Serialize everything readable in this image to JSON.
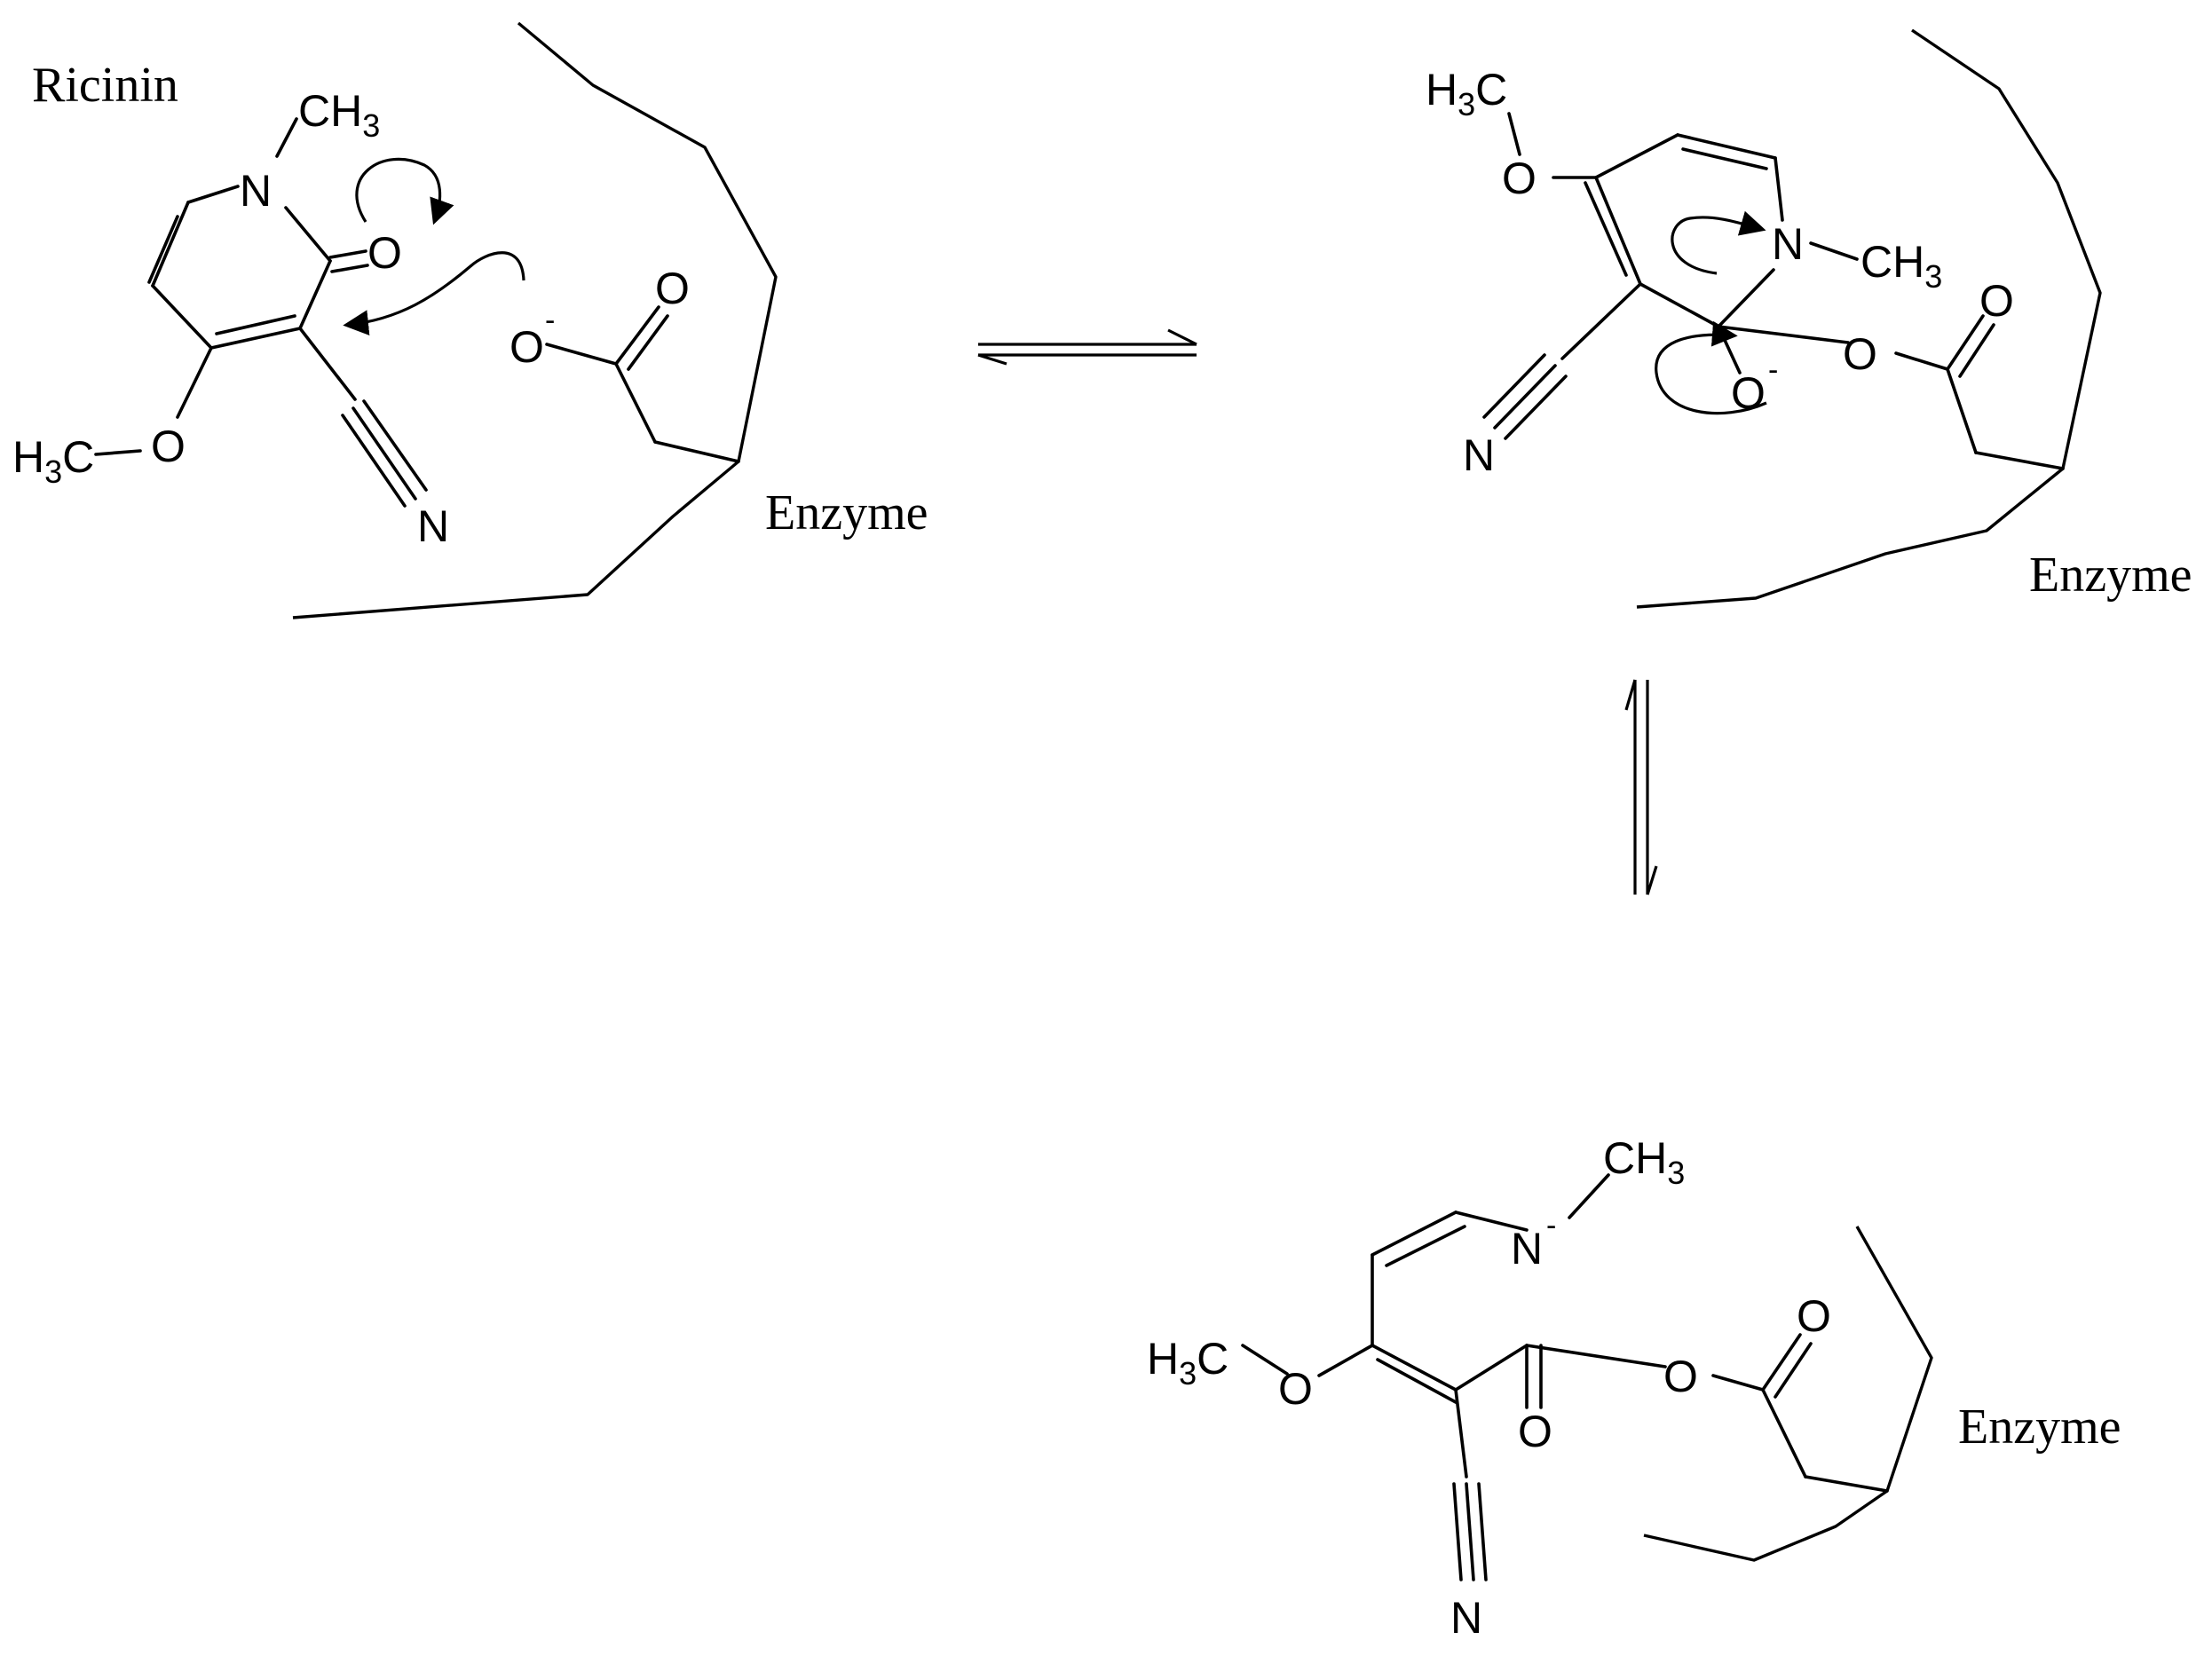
{
  "molecule_name": "Ricinin",
  "enzyme_label": "Enzyme",
  "atoms": {
    "oxygen": "O",
    "nitrogen": "N",
    "methyl_prefix": "CH",
    "methyl_sub": "3",
    "hydro_prefix": "H",
    "hydro_sub": "3",
    "hydro_suffix": "C",
    "negative_charge": "-"
  }
}
